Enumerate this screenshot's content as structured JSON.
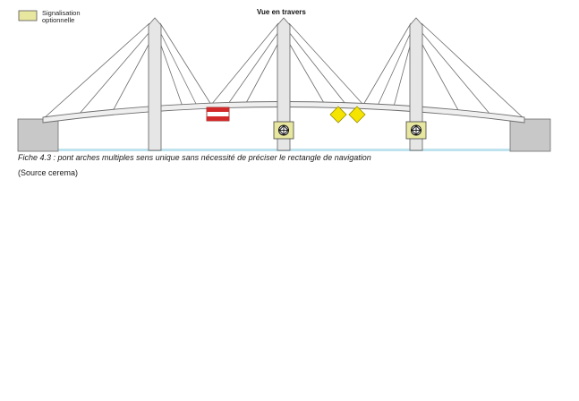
{
  "legend": {
    "line1": "Signalisation",
    "line2": "optionnelle",
    "swatch_color": "#e8e7a0"
  },
  "diagram": {
    "title": "Vue en travers",
    "colors": {
      "structure": "#6e6e6e",
      "pylon_fill": "#e6e6e6",
      "abutment_fill": "#c8c8c8",
      "water": "#bfe3ee",
      "red_sign": "#d22a2a",
      "yellow_sign": "#f5e400",
      "optional_panel": "#e8e7a0"
    },
    "icons": [
      "red-white-stripe-sign-icon",
      "yellow-diamond-sign-icon",
      "crossed-circle-sign-icon"
    ]
  },
  "caption": "Fiche 4.3 : pont arches multiples sens unique sans nécessité de préciser le rectangle de navigation",
  "source": "(Source cerema)"
}
